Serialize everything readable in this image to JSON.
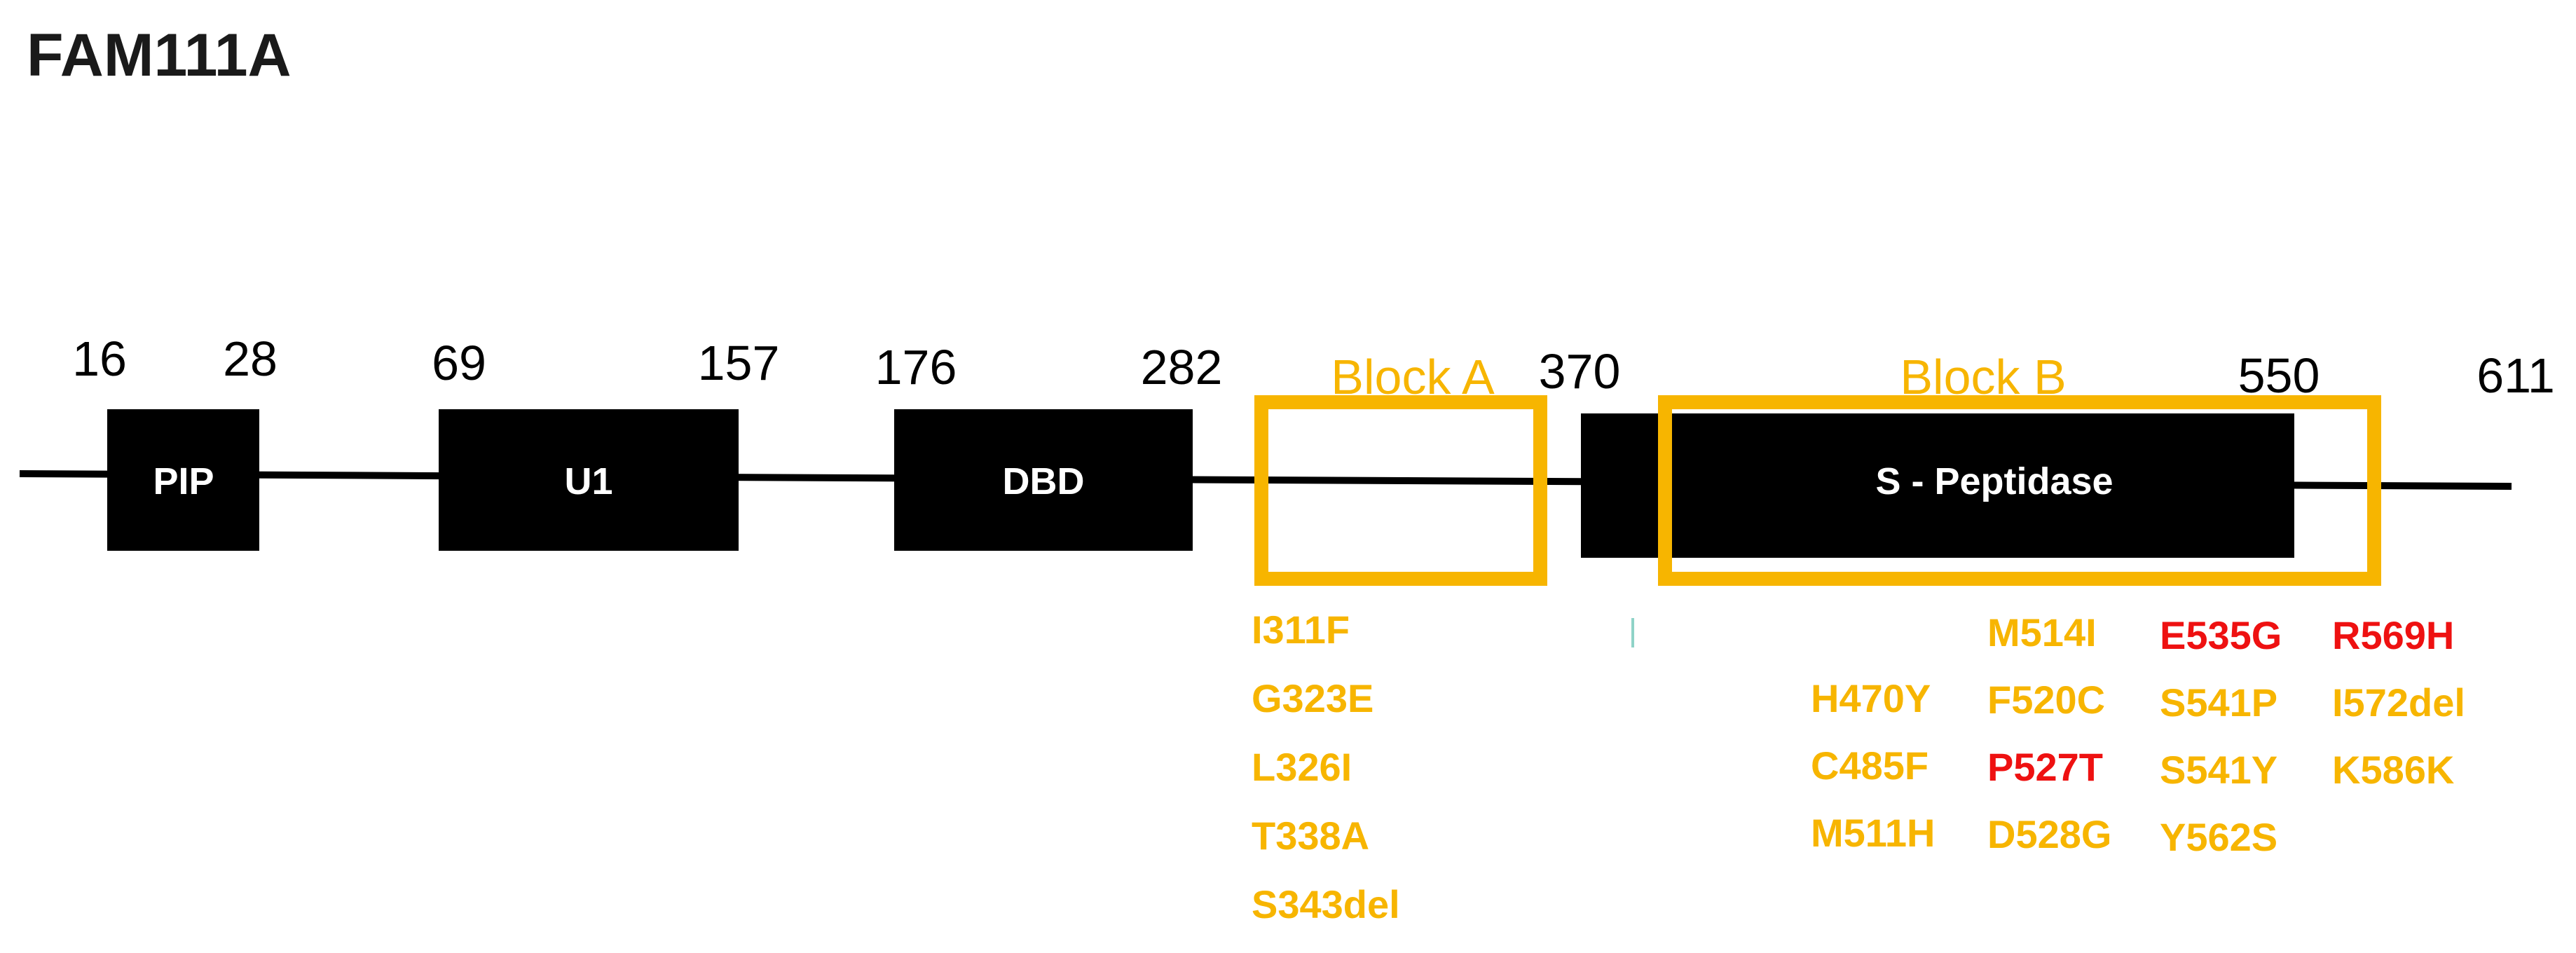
{
  "title": "FAM111A",
  "colors": {
    "domain_fill": "#000000",
    "block_outline": "#f7b500",
    "mutation_orange": "#f7b500",
    "mutation_red": "#ee1111"
  },
  "positions": {
    "p16": "16",
    "p28": "28",
    "p69": "69",
    "p157": "157",
    "p176": "176",
    "p282": "282",
    "p370": "370",
    "p550": "550",
    "p611": "611"
  },
  "domains": {
    "pip": "PIP",
    "u1": "U1",
    "dbd": "DBD",
    "peptidase": "S - Peptidase"
  },
  "blocks": {
    "a": "Block A",
    "b": "Block B"
  },
  "mutations": {
    "group_a": [
      "I311F",
      "G323E",
      "L326I",
      "T338A",
      "S343del"
    ],
    "group_b1": [
      "H470Y",
      "C485F",
      "M511H"
    ],
    "group_b2": [
      "M514I",
      "F520C",
      "P527T",
      "D528G"
    ],
    "group_b3": [
      "E535G",
      "S541P",
      "S541Y",
      "Y562S"
    ],
    "group_c": [
      "R569H",
      "I572del",
      "K586K"
    ]
  }
}
